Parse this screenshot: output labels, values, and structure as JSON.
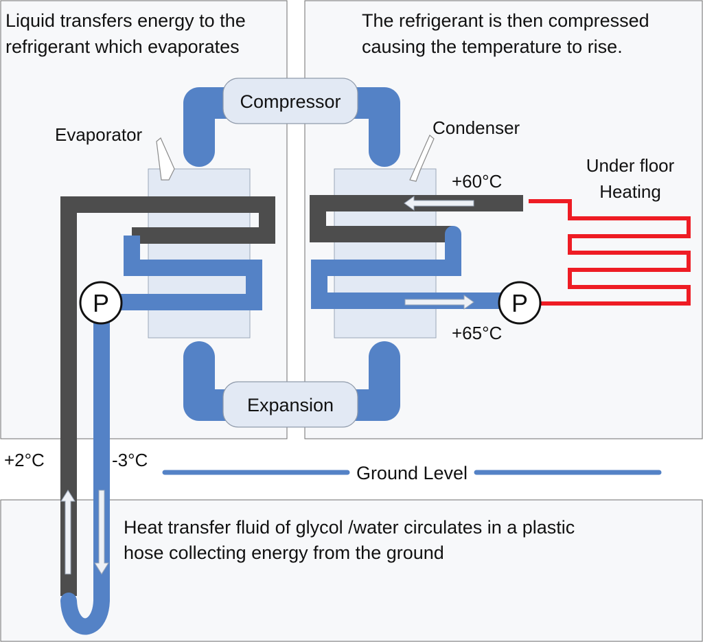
{
  "texts": {
    "left_note_line1": "Liquid transfers energy to the",
    "left_note_line2": "refrigerant which evaporates",
    "right_note_line1": "The refrigerant is then compressed",
    "right_note_line2": "causing the temperature to rise.",
    "compressor": "Compressor",
    "expansion": "Expansion",
    "evaporator": "Evaporator",
    "condenser": "Condenser",
    "heating_line1": "Under floor",
    "heating_line2": "Heating",
    "temp_flow_out": "+60°C",
    "temp_flow_in": "+65°C",
    "temp_ground_up": "+2°C",
    "temp_ground_down": "-3°C",
    "ground_level": "Ground Level",
    "bottom_note_line1": "Heat transfer fluid of glycol /water circulates in a plastic",
    "bottom_note_line2": "hose collecting energy from the ground",
    "pump_left": "P",
    "pump_right": "P"
  },
  "colors": {
    "refrigerant_blue": "#5482c6",
    "dark_pipe": "#4d4d4d",
    "heating_red": "#ee1c24",
    "exchanger_fill": "#e2e9f4",
    "panel_fill": "#f7f8fa",
    "panel_border": "#6d6d6d",
    "arrow_fill": "#eef1f6"
  },
  "icons": {
    "pump": "circle-p-pump-icon",
    "flow_arrow": "white-flow-arrow-icon"
  }
}
